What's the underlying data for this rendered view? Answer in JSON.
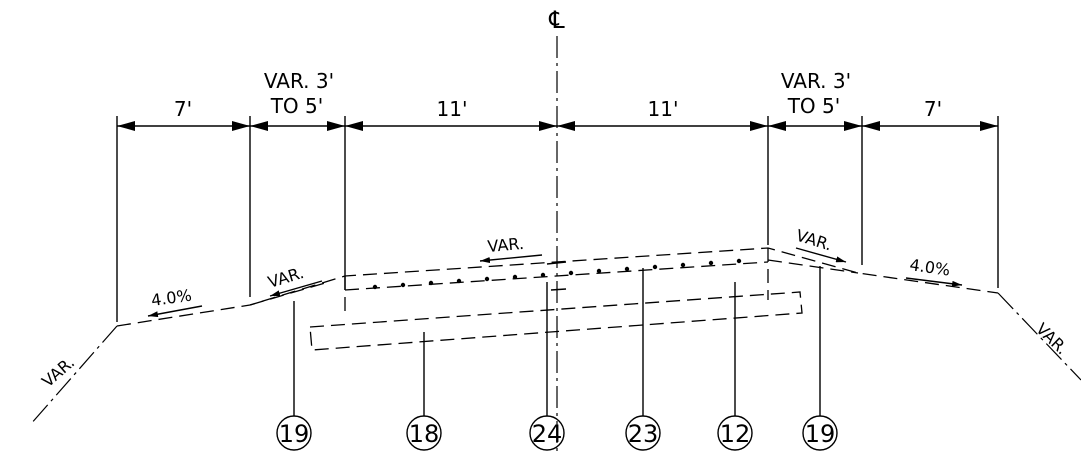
{
  "centerline": {
    "symbol": "℄"
  },
  "dimensions": {
    "left_outer": "7'",
    "left_var_line1": "VAR. 3'",
    "left_var_line2": "TO 5'",
    "left_lane": "11'",
    "right_lane": "11'",
    "right_var_line1": "VAR. 3'",
    "right_var_line2": "TO 5'",
    "right_outer": "7'"
  },
  "slopes": {
    "left_foreslope": "VAR.",
    "left_shoulder": "4.0%",
    "left_curb": "VAR.",
    "pavement": "VAR.",
    "right_curb": "VAR.",
    "right_shoulder": "4.0%",
    "right_foreslope": "VAR."
  },
  "callouts": [
    "19",
    "18",
    "24",
    "23",
    "12",
    "19"
  ]
}
